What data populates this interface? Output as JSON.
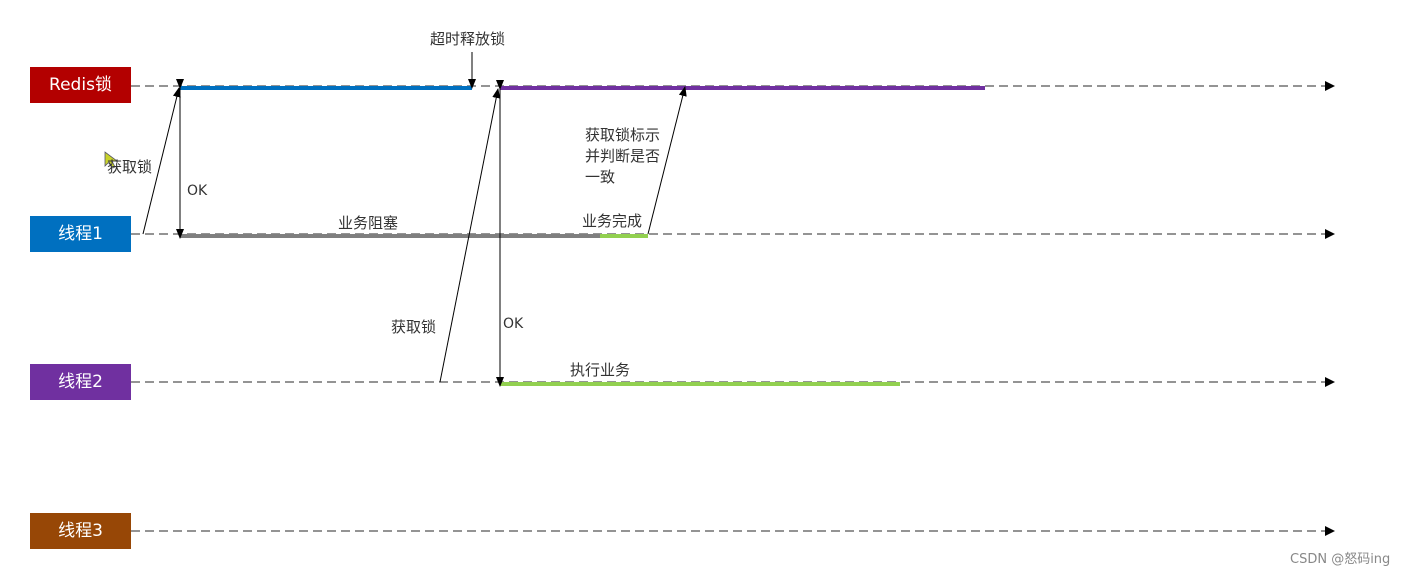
{
  "lanes": [
    {
      "label": "Redis锁",
      "color": "#b30000"
    },
    {
      "label": "线程1",
      "color": "#0070c0"
    },
    {
      "label": "线程2",
      "color": "#7030a0"
    },
    {
      "label": "线程3",
      "color": "#974706"
    }
  ],
  "bars": {
    "lock_thread1_color": "#0070c0",
    "lock_thread2_color": "#7030a0",
    "blocked_color": "#7f7f7f",
    "done_color": "#92d050"
  },
  "annotations": {
    "timeout_release": "超时释放锁",
    "acquire_lock_1": "获取锁",
    "ok_1": "OK",
    "business_blocked": "业务阻塞",
    "check_lock_line1": "获取锁标示",
    "check_lock_line2": "并判断是否",
    "check_lock_line3": "一致",
    "business_done": "业务完成",
    "acquire_lock_2": "获取锁",
    "ok_2": "OK",
    "execute_business": "执行业务"
  },
  "watermark": "CSDN @怒码ing"
}
